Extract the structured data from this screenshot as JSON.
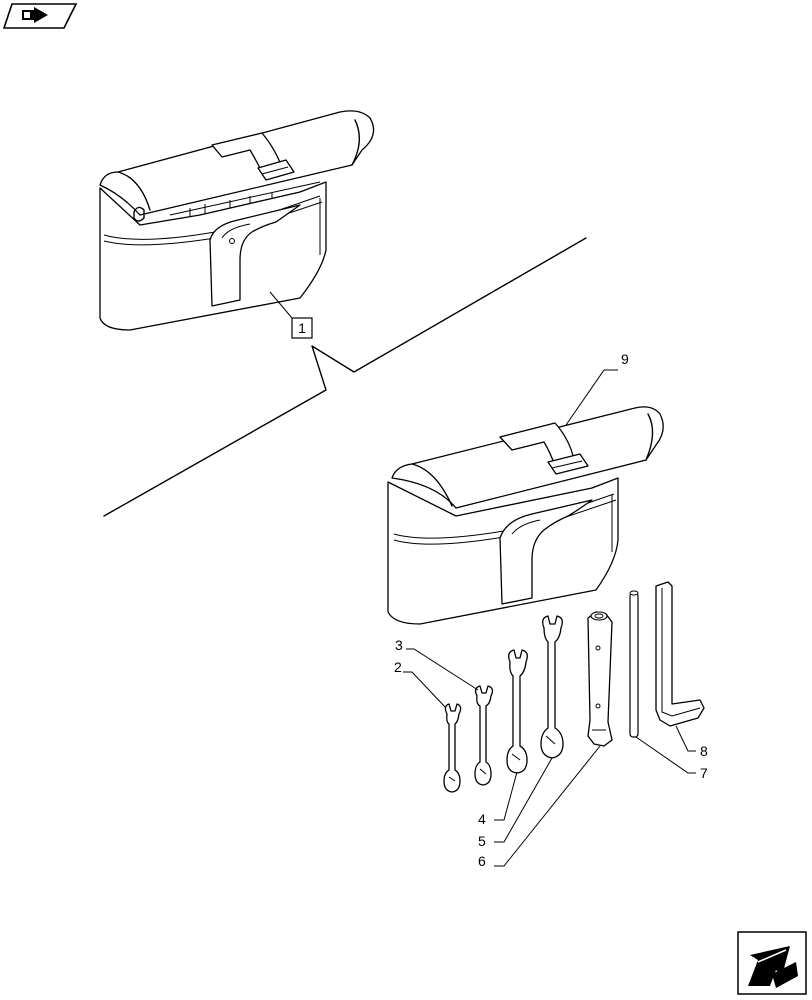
{
  "callouts": {
    "assembly": "1",
    "c2": "2",
    "c3": "3",
    "c4": "4",
    "c5": "5",
    "c6": "6",
    "c7": "7",
    "c8": "8",
    "c9": "9"
  },
  "icons": {
    "top_left": "book-arrow-icon",
    "bottom_right": "next-page-arrow-icon"
  }
}
